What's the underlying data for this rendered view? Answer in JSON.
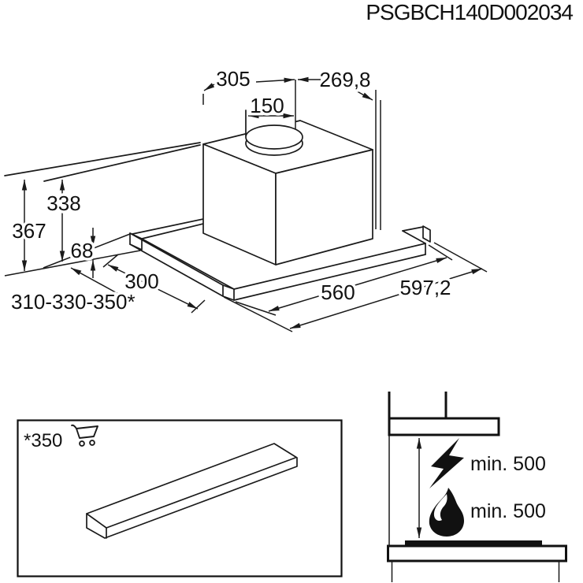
{
  "title": "PSGBCH140D002034",
  "drawing": {
    "description": "isometric-dimension-drawing-of-built-in-cooker-hood",
    "dims": {
      "duct_diameter": "150",
      "top_left": "305",
      "top_right": "269,8",
      "height_total": "367",
      "height_body": "338",
      "panel_edge_height": "68",
      "panel_depth": "300",
      "depth_range": "310-330-350*",
      "width_inner": "560",
      "width_total": "597,2"
    }
  },
  "accessory_panel": {
    "label": "*350",
    "icon": "shopping-cart",
    "content": "extension-profile-strip"
  },
  "installation_panel": {
    "electric_clearance": "min. 500",
    "gas_clearance": "min. 500",
    "icons": [
      "lightning",
      "flame"
    ]
  },
  "colors": {
    "line": "#1a1a1a",
    "background": "#ffffff"
  }
}
